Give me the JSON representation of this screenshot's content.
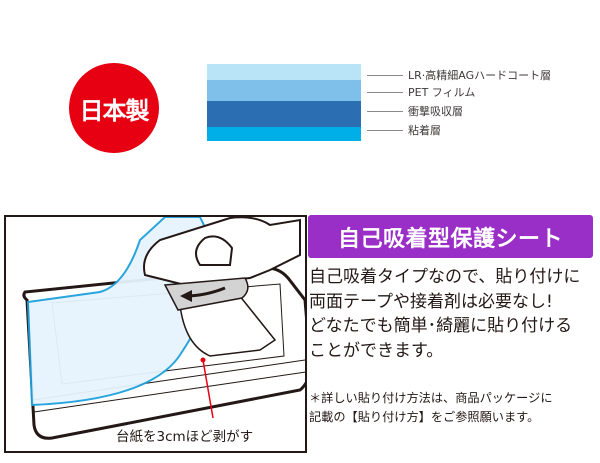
{
  "badge": {
    "label": "日本製",
    "color": "#e60012"
  },
  "layer_diagram": {
    "layers": [
      {
        "label": "LR·高精細AGハードコート層",
        "color": "#b9e3f7",
        "height": 16
      },
      {
        "label": "PET フィルム",
        "color": "#7fc0ea",
        "height": 21
      },
      {
        "label": "衝撃吸収層",
        "color": "#2b6fb2",
        "height": 26
      },
      {
        "label": "粘着層",
        "color": "#00aee8",
        "height": 14
      }
    ]
  },
  "illustration": {
    "caption": "台紙を3cmほど剥がす",
    "film_color": "#e6f4fd",
    "film_edge_color": "#1ea0dc",
    "pointer_color": "#e60012"
  },
  "banner": {
    "title": "自己吸着型保護シート",
    "color": "#9a2fc8"
  },
  "description": {
    "lines": [
      "自己吸着タイプなので、貼り付けに",
      "両面テープや接着剤は必要なし!",
      "どなたでも簡単･綺麗に貼り付ける",
      "ことができます。"
    ]
  },
  "note": {
    "lines": [
      "＊詳しい貼り付け方法は、商品パッケージに",
      "記載の【貼り付け方】をご参照願います。"
    ]
  }
}
